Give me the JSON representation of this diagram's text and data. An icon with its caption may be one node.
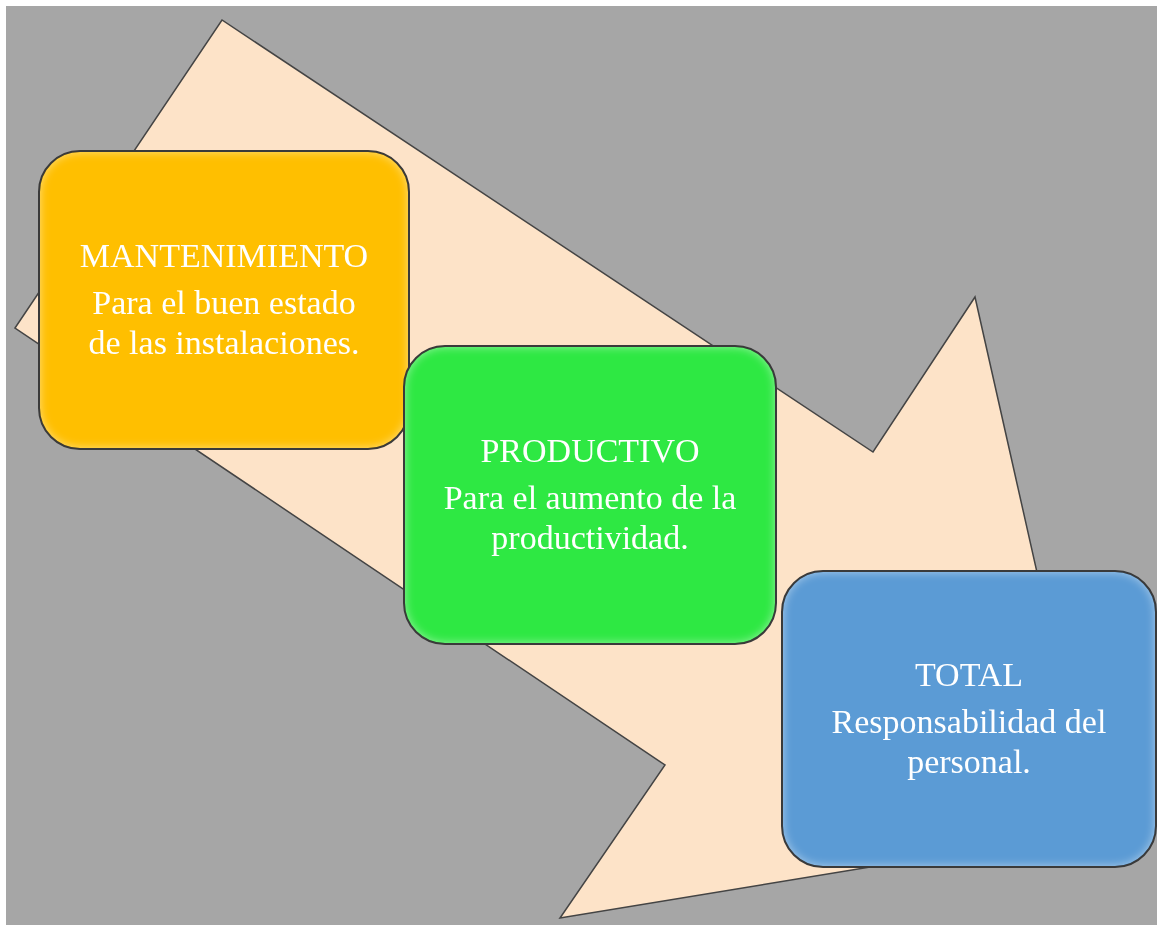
{
  "diagram": {
    "nodes": [
      {
        "text": [
          "MANTENIMIENTO",
          "Para el buen estado de las instalaciones."
        ]
      },
      {
        "text": [
          "PRODUCTIVO",
          "Para el aumento de la productividad."
        ]
      },
      {
        "text": [
          "TOTAL",
          "Responsabilidad del personal."
        ]
      }
    ]
  }
}
